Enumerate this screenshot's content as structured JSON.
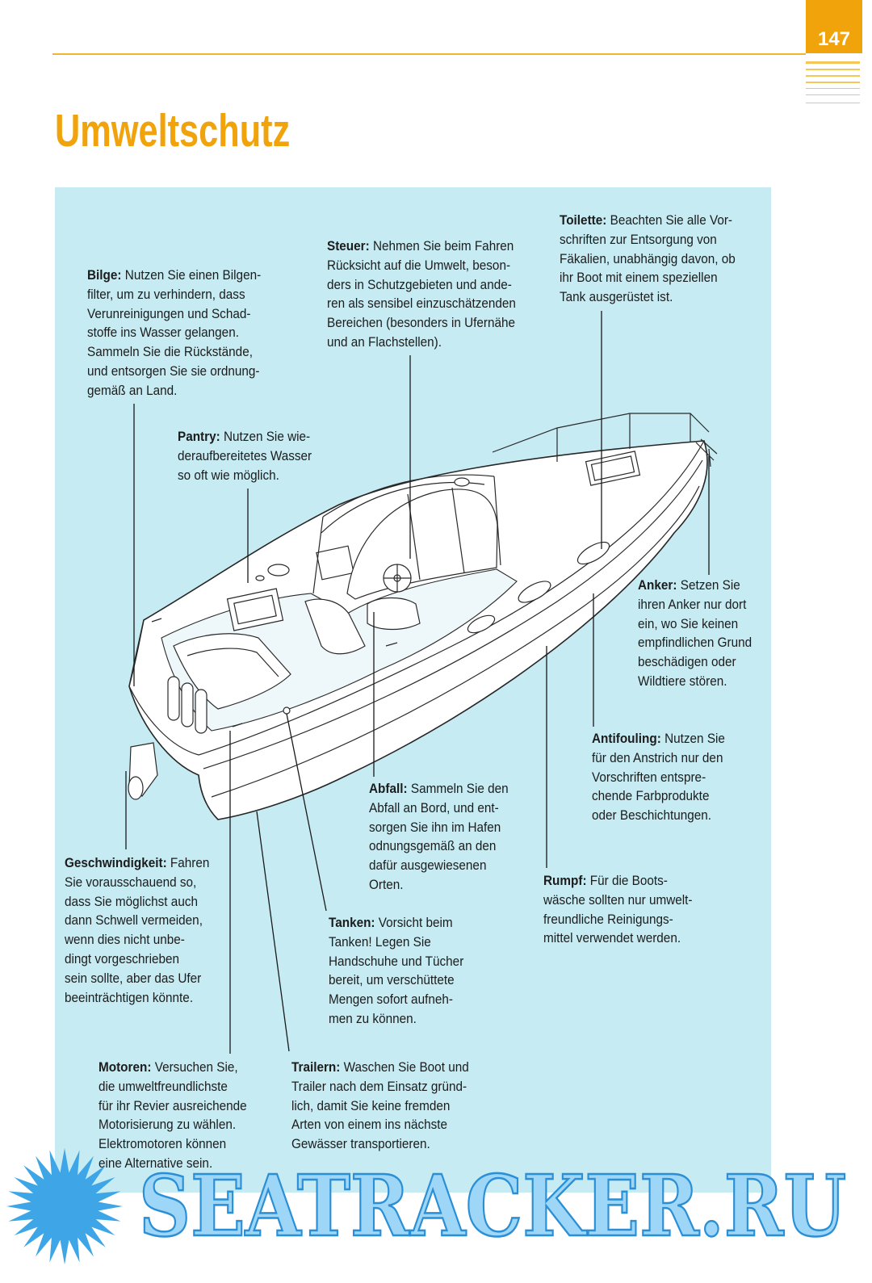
{
  "page": {
    "number": "147",
    "title": "Umweltschutz"
  },
  "colors": {
    "accent": "#f0a30a",
    "panel": "#c6ebf3",
    "watermark_fill": "#9dd6f7",
    "watermark_stroke": "#2b8fd6",
    "sun": "#3ea6e6"
  },
  "callouts": {
    "bilge": {
      "label": "Bilge:",
      "lines": [
        "Nutzen Sie einen Bilgen-",
        "filter, um zu verhindern, dass",
        "Verunreinigungen und Schad-",
        "stoffe ins Wasser gelangen.",
        "Sammeln Sie die Rückstände,",
        "und entsorgen Sie sie ordnung-",
        "gemäß an Land."
      ]
    },
    "steuer": {
      "label": "Steuer:",
      "lines": [
        "Nehmen Sie beim Fahren",
        "Rücksicht auf die Umwelt, beson-",
        "ders in Schutzgebieten und ande-",
        "ren als sensibel einzuschätzenden",
        "Bereichen (besonders in Ufernähe",
        "und an Flachstellen)."
      ]
    },
    "toilette": {
      "label": "Toilette:",
      "lines": [
        "Beachten Sie alle Vor-",
        "schriften zur Entsorgung von",
        "Fäkalien, unabhängig davon, ob",
        "ihr Boot mit einem speziellen",
        "Tank ausgerüstet ist."
      ]
    },
    "pantry": {
      "label": "Pantry:",
      "lines": [
        "Nutzen Sie wie-",
        "deraufbereitetes Wasser",
        "so oft wie möglich."
      ]
    },
    "anker": {
      "label": "Anker:",
      "lines": [
        "Setzen Sie",
        "ihren Anker nur dort",
        "ein, wo Sie keinen",
        "empfindlichen Grund",
        "beschädigen oder",
        "Wildtiere stören."
      ]
    },
    "antifouling": {
      "label": "Antifouling:",
      "lines": [
        "Nutzen Sie",
        "für den Anstrich nur den",
        "Vorschriften entspre-",
        "chende Farbprodukte",
        "oder Beschichtungen."
      ]
    },
    "abfall": {
      "label": "Abfall:",
      "lines": [
        "Sammeln Sie den",
        "Abfall an Bord, und ent-",
        "sorgen Sie ihn im Hafen",
        "odnungsgemäß an den",
        "dafür ausgewiesenen",
        "Orten."
      ]
    },
    "rumpf": {
      "label": "Rumpf:",
      "lines": [
        "Für die Boots-",
        "wäsche sollten nur umwelt-",
        "freundliche Reinigungs-",
        "mittel verwendet werden."
      ]
    },
    "geschwindigkeit": {
      "label": "Geschwindigkeit:",
      "lines": [
        "Fahren",
        "Sie vorausschauend so,",
        "dass Sie möglichst auch",
        "dann Schwell vermeiden,",
        "wenn dies nicht unbe-",
        "dingt vorgeschrieben",
        "sein sollte, aber das Ufer",
        "beeinträchtigen könnte."
      ]
    },
    "tanken": {
      "label": "Tanken:",
      "lines": [
        "Vorsicht beim",
        "Tanken! Legen Sie",
        "Handschuhe und Tücher",
        "bereit, um verschüttete",
        "Mengen sofort aufneh-",
        "men zu können."
      ]
    },
    "motoren": {
      "label": "Motoren:",
      "lines": [
        "Versuchen Sie,",
        "die umweltfreundlichste",
        "für ihr Revier ausreichende",
        "Motorisierung zu wählen.",
        "Elektromotoren können",
        "eine Alternative sein."
      ]
    },
    "trailern": {
      "label": "Trailern:",
      "lines": [
        "Waschen Sie Boot und",
        "Trailer nach dem Einsatz gründ-",
        "lich, damit Sie keine fremden",
        "Arten von einem ins nächste",
        "Gewässer transportieren."
      ]
    }
  },
  "watermark": {
    "text": "SEATRACKER.RU",
    "icon": "sun-icon"
  }
}
